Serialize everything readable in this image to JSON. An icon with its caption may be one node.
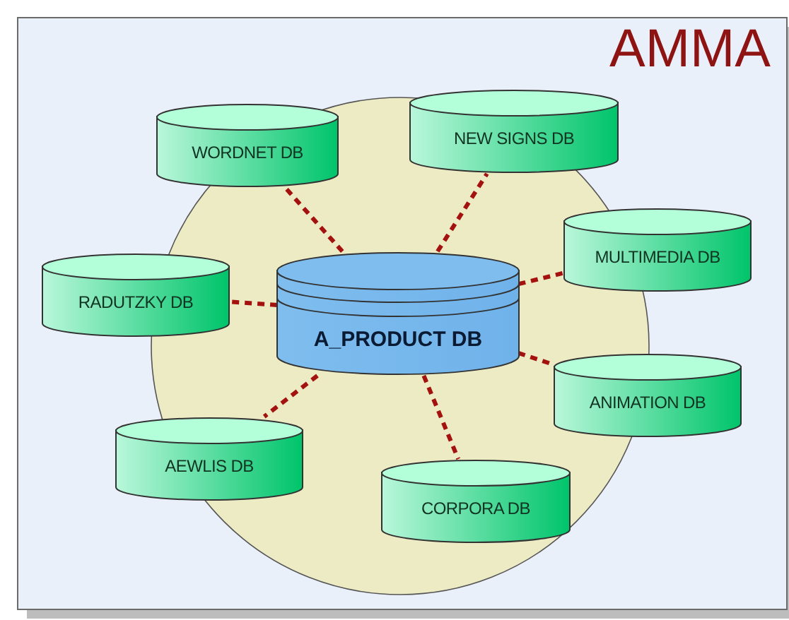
{
  "diagram": {
    "title": "AMMA",
    "nodes": [
      {
        "text": [
          "NEW SIGNS DB"
        ]
      },
      {
        "text": [
          "WORDNET DB"
        ]
      },
      {
        "text": [
          "MULTIMEDIA DB"
        ]
      },
      {
        "text": [
          "RADUTZKY DB"
        ]
      },
      {
        "text": [
          "A_PRODUCT DB"
        ]
      },
      {
        "text": [
          "ANIMATION DB"
        ]
      },
      {
        "text": [
          "AEWLIS DB"
        ]
      },
      {
        "text": [
          "CORPORA DB"
        ]
      }
    ],
    "edges": [
      {
        "from": 4,
        "to": 0,
        "arrow": "none",
        "style": "dashed"
      },
      {
        "from": 4,
        "to": 1,
        "arrow": "none",
        "style": "dashed"
      },
      {
        "from": 4,
        "to": 2,
        "arrow": "none",
        "style": "dashed"
      },
      {
        "from": 4,
        "to": 3,
        "arrow": "none",
        "style": "dashed"
      },
      {
        "from": 4,
        "to": 5,
        "arrow": "none",
        "style": "dashed"
      },
      {
        "from": 4,
        "to": 6,
        "arrow": "none",
        "style": "dashed"
      },
      {
        "from": 4,
        "to": 7,
        "arrow": "none",
        "style": "dashed"
      }
    ]
  }
}
